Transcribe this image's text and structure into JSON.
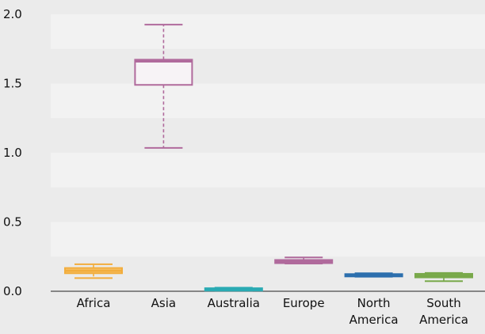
{
  "chart_data": {
    "type": "box",
    "title": "",
    "xlabel": "",
    "ylabel": "",
    "ylim": [
      0,
      2.0
    ],
    "yticks": [
      "0.0",
      "0.5",
      "1.0",
      "1.5",
      "2.0"
    ],
    "grid": "horizontal bands",
    "categories": [
      {
        "label": [
          "Africa"
        ],
        "color": "#f2ad3c",
        "fill": "#f5c572",
        "min": 0.095,
        "q1": 0.13,
        "median": 0.148,
        "q3": 0.168,
        "max": 0.195
      },
      {
        "label": [
          "Asia"
        ],
        "color": "#b06a9c",
        "fill": "#f7f3f6",
        "min": 1.035,
        "q1": 1.49,
        "median": 1.66,
        "q3": 1.672,
        "max": 1.925
      },
      {
        "label": [
          "Australia"
        ],
        "color": "#2aaab3",
        "fill": "#2aaab3",
        "min": 0.005,
        "q1": 0.008,
        "median": 0.015,
        "q3": 0.022,
        "max": 0.026
      },
      {
        "label": [
          "Europe"
        ],
        "color": "#b06a9c",
        "fill": "#c98ab6",
        "min": 0.2,
        "q1": 0.203,
        "median": 0.214,
        "q3": 0.226,
        "max": 0.244
      },
      {
        "label": [
          "North",
          "America"
        ],
        "color": "#2c6fad",
        "fill": "#2c6fad",
        "min": 0.105,
        "q1": 0.107,
        "median": 0.116,
        "q3": 0.124,
        "max": 0.13
      },
      {
        "label": [
          "South",
          "America"
        ],
        "color": "#79a94b",
        "fill": "#9dc46c",
        "min": 0.073,
        "q1": 0.1,
        "median": 0.113,
        "q3": 0.126,
        "max": 0.132
      }
    ]
  }
}
